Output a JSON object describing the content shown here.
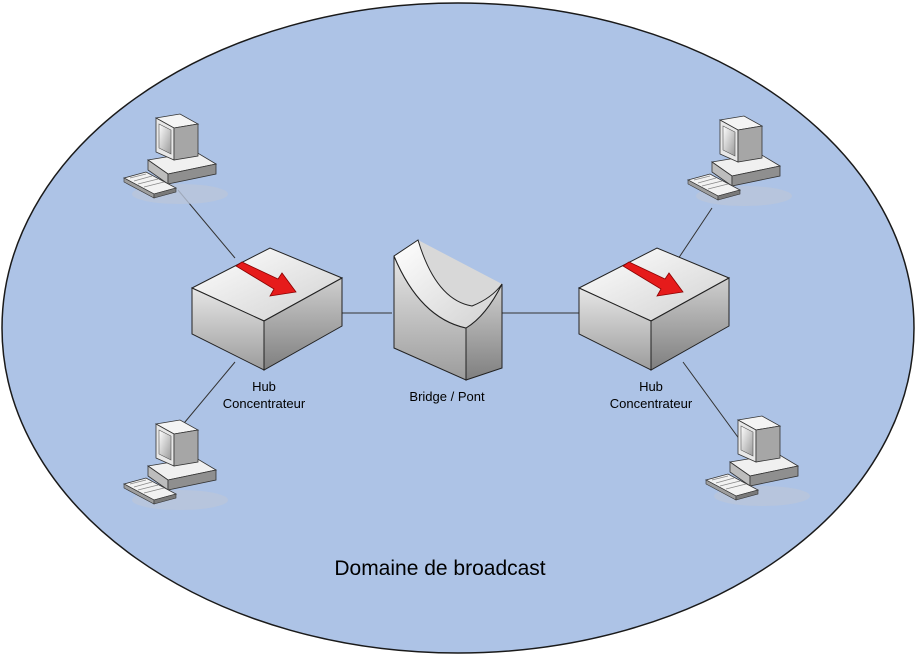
{
  "diagram": {
    "broadcast_domain_label": "Domaine de broadcast",
    "hub_left": {
      "line1": "Hub",
      "line2": "Concentrateur"
    },
    "hub_right": {
      "line1": "Hub",
      "line2": "Concentrateur"
    },
    "bridge": {
      "label": "Bridge / Pont"
    }
  },
  "colors": {
    "domain_fill": "#adc3e6",
    "domain_stroke": "#1a1a1a",
    "arrow": "#e61b1b",
    "device_light": "#f2f2f2",
    "device_mid": "#c9c9c9",
    "device_dark": "#8e8e8e"
  },
  "icons": [
    "computer-icon",
    "hub-icon",
    "bridge-icon"
  ]
}
